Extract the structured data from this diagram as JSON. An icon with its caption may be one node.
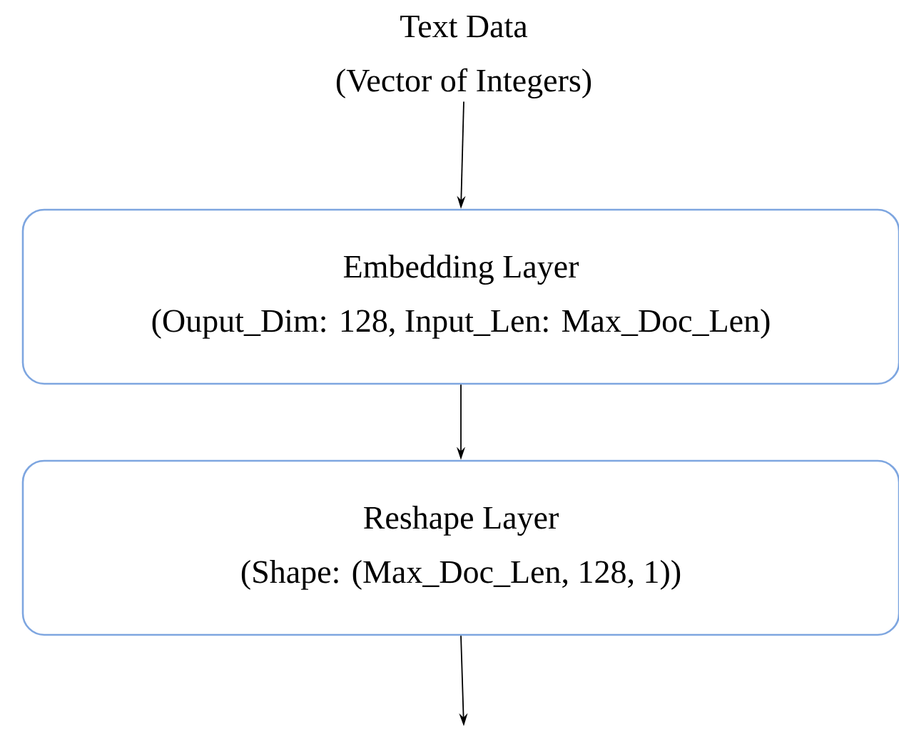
{
  "diagram": {
    "nodes": [
      {
        "text": [
          "Text Data",
          "(Vector of Integers)"
        ]
      },
      {
        "text": [
          "Embedding Layer",
          "(Ouput_Dim: 128, Input_Len: Max_Doc_Len)"
        ]
      },
      {
        "text": [
          "Reshape Layer",
          "(Shape: (Max_Doc_Len, 128, 1))"
        ]
      }
    ],
    "edges": [
      {
        "from": 0,
        "to": 1,
        "arrow": "to"
      },
      {
        "from": 1,
        "to": 2,
        "arrow": "to"
      },
      {
        "from": 2,
        "to": null,
        "arrow": "to"
      }
    ]
  }
}
